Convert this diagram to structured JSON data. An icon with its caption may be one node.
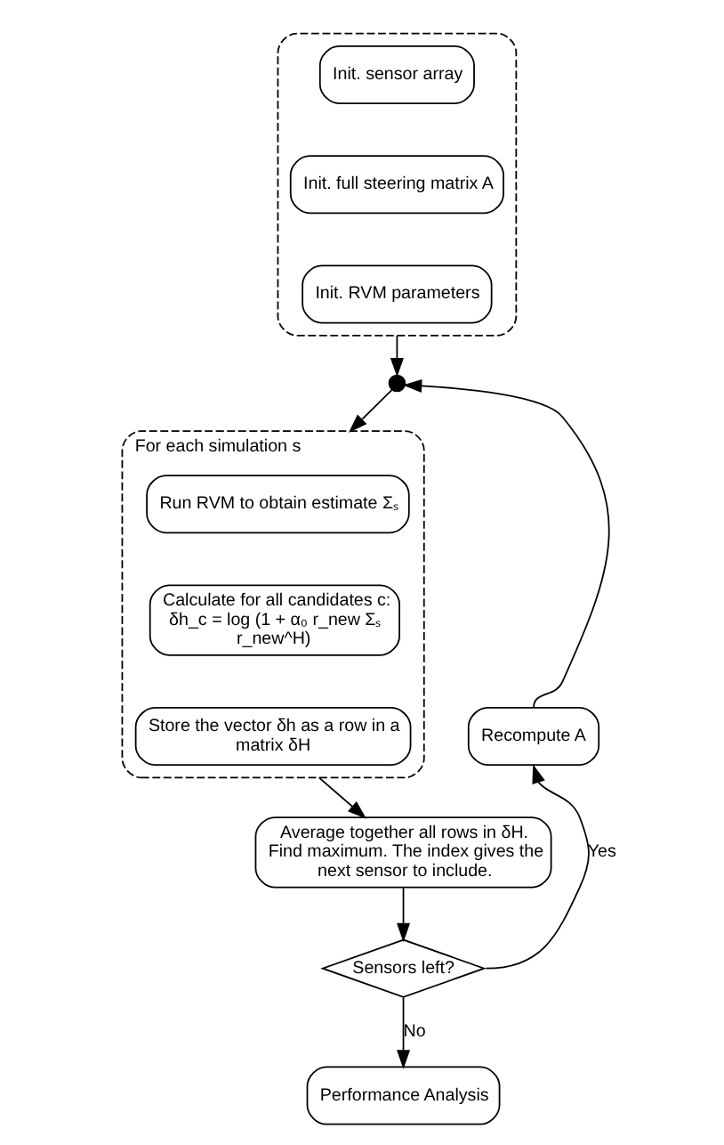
{
  "diagram": {
    "nodes": [
      {
        "text": [],
        "shape": "box"
      },
      {
        "text": [
          "Init. sensor array"
        ],
        "in": 0
      },
      {
        "text": [
          "Init. full steering matrix A"
        ],
        "in": 0
      },
      {
        "text": [
          "Init. RVM parameters"
        ],
        "in": 0
      },
      {
        "text": [],
        "shape": "circle"
      },
      {
        "text": [
          "For each simulation s"
        ]
      },
      {
        "text": [
          "Run RVM to obtain estimate Σₛ"
        ],
        "in": 5
      },
      {
        "text": [
          "Calculate for all candidates c:",
          "δh_c = log (1 + α₀ r_new Σₛ r_new^H)"
        ],
        "in": 5
      },
      {
        "text": [
          "Store the vector δh as a row in a matrix δH"
        ],
        "in": 5
      },
      {
        "text": [
          "Average together all rows in δH. Find maximum. The index gives the next sensor to include."
        ]
      },
      {
        "text": [
          "Sensors left?"
        ]
      },
      {
        "text": [
          "Recompute A"
        ]
      },
      {
        "text": [
          "Performance Analysis"
        ]
      }
    ],
    "edges": [
      {
        "from": 0,
        "to": 4,
        "arrow": "to"
      },
      {
        "from": 4,
        "to": 5,
        "arrow": "to"
      },
      {
        "from": 5,
        "to": 9,
        "arrow": "to"
      },
      {
        "from": 9,
        "to": 10,
        "arrow": "to"
      },
      {
        "from": 10,
        "to": 11,
        "arrow": "to",
        "label": "Yes"
      },
      {
        "from": 11,
        "to": 4,
        "arrow": "to"
      },
      {
        "from": 10,
        "to": 12,
        "arrow": "to",
        "label": "No"
      }
    ]
  }
}
